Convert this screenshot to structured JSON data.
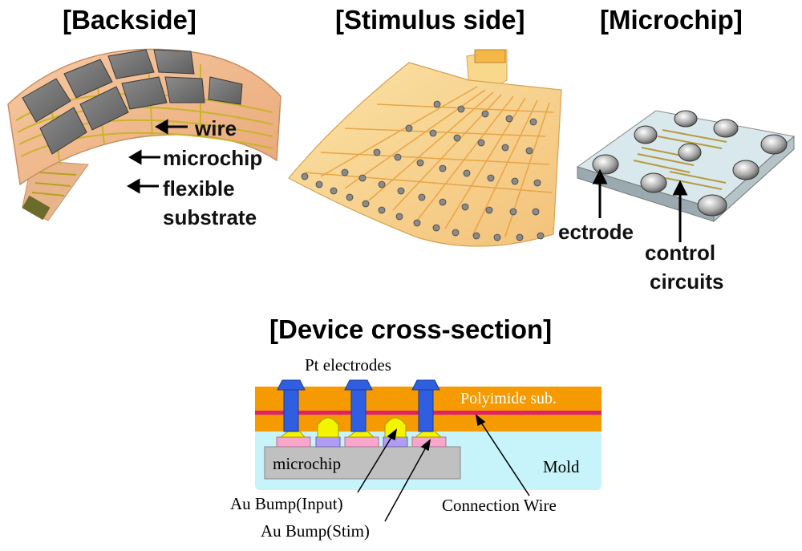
{
  "panels": {
    "backside": {
      "title": "[Backside]",
      "labels": {
        "wire": "wire",
        "microchip": "microchip",
        "flexible": "flexible",
        "substrate": "substrate"
      }
    },
    "stimulus": {
      "title": "[Stimulus side]"
    },
    "microchip": {
      "title": "[Microchip]",
      "labels": {
        "electrode": "ectrode",
        "control": "control",
        "circuits": "circuits"
      }
    },
    "cross_section": {
      "title": "[Device cross-section]",
      "labels": {
        "pt_electrodes": "Pt electrodes",
        "polyimide": "Polyimide sub.",
        "mold": "Mold",
        "microchip": "microchip",
        "bump_input": "Au Bump(Input)",
        "bump_stim": "Au Bump(Stim)",
        "connection_wire": "Connection  Wire"
      },
      "colors": {
        "polyimide": "#f59a00",
        "mold": "#c6f4fa",
        "chip": "#c0c0c0",
        "electrode": "#2f5fe0",
        "wire": "#e0206a",
        "bump": "#f4f400",
        "pad_pink": "#f7a6cc",
        "pad_purple": "#b09cf0"
      }
    }
  }
}
